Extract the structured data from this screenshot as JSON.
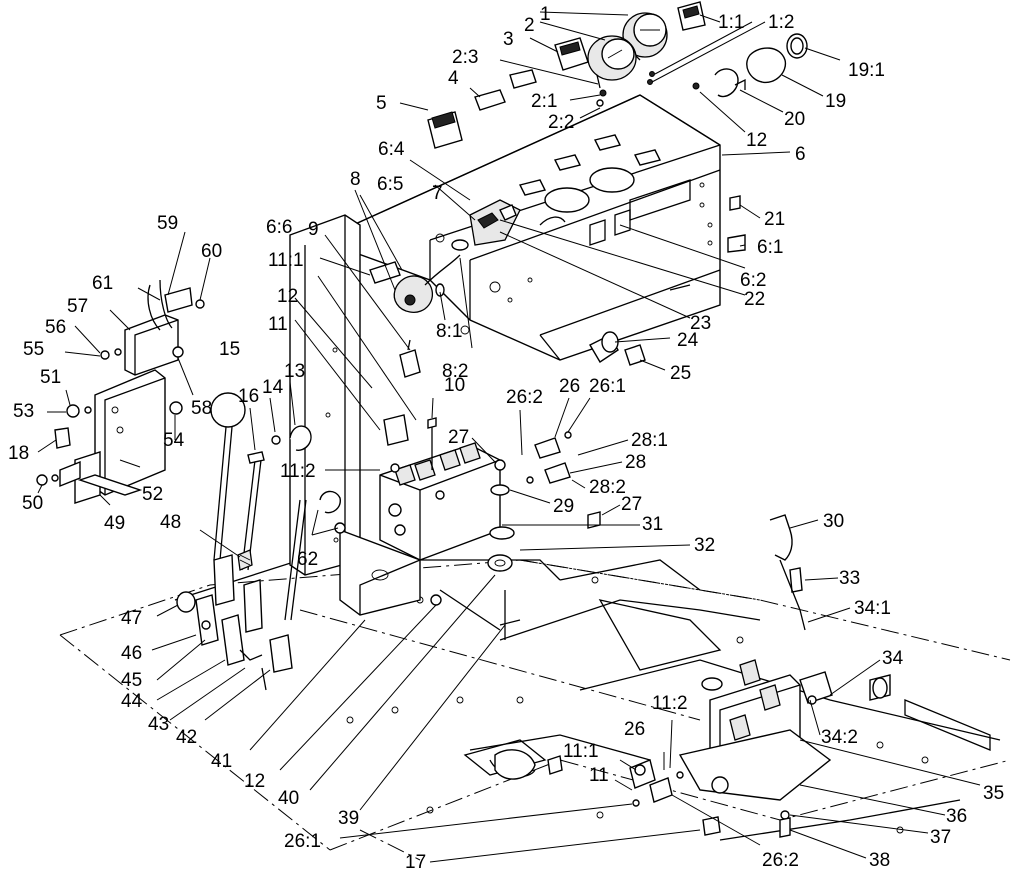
{
  "diagram": {
    "callouts": [
      {
        "id": "c1",
        "text": "1"
      },
      {
        "id": "c2",
        "text": "2"
      },
      {
        "id": "c1-1",
        "text": "1:1"
      },
      {
        "id": "c1-2",
        "text": "1:2"
      },
      {
        "id": "c3",
        "text": "3"
      },
      {
        "id": "c2-3",
        "text": "2:3"
      },
      {
        "id": "c19-1",
        "text": "19:1"
      },
      {
        "id": "c4",
        "text": "4"
      },
      {
        "id": "c2-1",
        "text": "2:1"
      },
      {
        "id": "c19",
        "text": "19"
      },
      {
        "id": "c5",
        "text": "5"
      },
      {
        "id": "c2-2",
        "text": "2:2"
      },
      {
        "id": "c20",
        "text": "20"
      },
      {
        "id": "c12a",
        "text": "12"
      },
      {
        "id": "c6-4",
        "text": "6:4"
      },
      {
        "id": "c6",
        "text": "6"
      },
      {
        "id": "c8",
        "text": "8"
      },
      {
        "id": "c6-5",
        "text": "6:5"
      },
      {
        "id": "c7",
        "text": "7"
      },
      {
        "id": "c59",
        "text": "59"
      },
      {
        "id": "c9",
        "text": "9"
      },
      {
        "id": "c21",
        "text": "21"
      },
      {
        "id": "c6-6",
        "text": "6:6"
      },
      {
        "id": "c60",
        "text": "60"
      },
      {
        "id": "c6-1",
        "text": "6:1"
      },
      {
        "id": "c11-1a",
        "text": "11:1"
      },
      {
        "id": "c6-2",
        "text": "6:2"
      },
      {
        "id": "c61",
        "text": "61"
      },
      {
        "id": "c57",
        "text": "57"
      },
      {
        "id": "c12b",
        "text": "12"
      },
      {
        "id": "c22",
        "text": "22"
      },
      {
        "id": "c56",
        "text": "56"
      },
      {
        "id": "c8-1",
        "text": "8:1"
      },
      {
        "id": "c11a",
        "text": "11"
      },
      {
        "id": "c23",
        "text": "23"
      },
      {
        "id": "c15",
        "text": "15"
      },
      {
        "id": "c55",
        "text": "55"
      },
      {
        "id": "c24",
        "text": "24"
      },
      {
        "id": "c8-2",
        "text": "8:2"
      },
      {
        "id": "c25",
        "text": "25"
      },
      {
        "id": "c13",
        "text": "13"
      },
      {
        "id": "c51",
        "text": "51"
      },
      {
        "id": "c14",
        "text": "14"
      },
      {
        "id": "c10",
        "text": "10"
      },
      {
        "id": "c58",
        "text": "58"
      },
      {
        "id": "c16",
        "text": "16"
      },
      {
        "id": "c26-2a",
        "text": "26:2"
      },
      {
        "id": "c26a",
        "text": "26"
      },
      {
        "id": "c26-1a",
        "text": "26:1"
      },
      {
        "id": "c53",
        "text": "53"
      },
      {
        "id": "c54",
        "text": "54"
      },
      {
        "id": "c27a",
        "text": "27"
      },
      {
        "id": "c28-1",
        "text": "28:1"
      },
      {
        "id": "c18",
        "text": "18"
      },
      {
        "id": "c28",
        "text": "28"
      },
      {
        "id": "c11-2a",
        "text": "11:2"
      },
      {
        "id": "c52",
        "text": "52"
      },
      {
        "id": "c28-2",
        "text": "28:2"
      },
      {
        "id": "c29",
        "text": "29"
      },
      {
        "id": "c50",
        "text": "50"
      },
      {
        "id": "c49",
        "text": "49"
      },
      {
        "id": "c27b",
        "text": "27"
      },
      {
        "id": "c48",
        "text": "48"
      },
      {
        "id": "c30",
        "text": "30"
      },
      {
        "id": "c31",
        "text": "31"
      },
      {
        "id": "c62",
        "text": "62"
      },
      {
        "id": "c32",
        "text": "32"
      },
      {
        "id": "c33",
        "text": "33"
      },
      {
        "id": "c47",
        "text": "47"
      },
      {
        "id": "c34-1",
        "text": "34:1"
      },
      {
        "id": "c46",
        "text": "46"
      },
      {
        "id": "c34",
        "text": "34"
      },
      {
        "id": "c45",
        "text": "45"
      },
      {
        "id": "c44",
        "text": "44"
      },
      {
        "id": "c43",
        "text": "43"
      },
      {
        "id": "c42",
        "text": "42"
      },
      {
        "id": "c34-2",
        "text": "34:2"
      },
      {
        "id": "c11-2b",
        "text": "11:2"
      },
      {
        "id": "c35",
        "text": "35"
      },
      {
        "id": "c41",
        "text": "41"
      },
      {
        "id": "c26b",
        "text": "26"
      },
      {
        "id": "c11-1b",
        "text": "11:1"
      },
      {
        "id": "c12c",
        "text": "12"
      },
      {
        "id": "c11b",
        "text": "11"
      },
      {
        "id": "c36",
        "text": "36"
      },
      {
        "id": "c40",
        "text": "40"
      },
      {
        "id": "c39",
        "text": "39"
      },
      {
        "id": "c37",
        "text": "37"
      },
      {
        "id": "c26-1b",
        "text": "26:1"
      },
      {
        "id": "c38",
        "text": "38"
      },
      {
        "id": "c26-2b",
        "text": "26:2"
      },
      {
        "id": "c17",
        "text": "17"
      }
    ]
  }
}
